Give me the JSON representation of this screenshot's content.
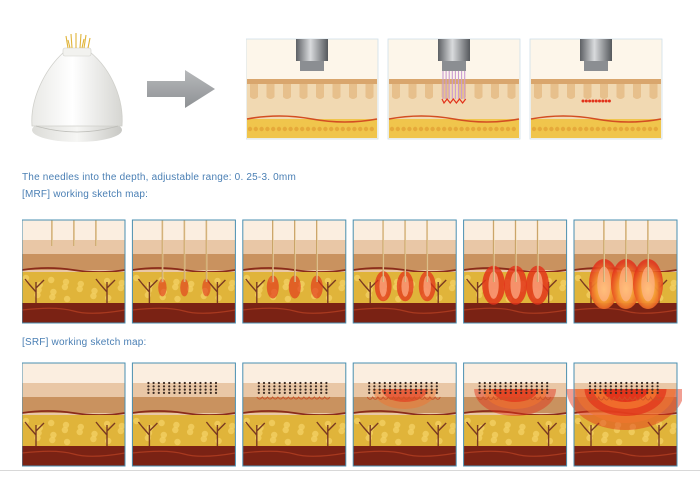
{
  "captions": {
    "needles_depth": "The needles into the depth,  adjustable range: 0. 25-3. 0mm",
    "mrf_title": "[MRF] working  sketch  map:",
    "srf_title": "[SRF] working  sketch  map:"
  },
  "top_row": {
    "handpiece_icon": "needle-cartridge-icon",
    "arrow_icon": "arrow-right-icon",
    "stages": [
      "probe-above-skin",
      "needles-inserted",
      "rf-heat-dots"
    ]
  },
  "mrf_stages": [
    0,
    0.1,
    0.25,
    0.45,
    0.7,
    1.0
  ],
  "srf_stages": [
    0,
    0.0,
    0.05,
    0.35,
    0.65,
    1.0
  ],
  "colors": {
    "caption": "#4a7fb4",
    "frame": "#4a8fb0",
    "skin_top": "#e9c7a6",
    "dermis": "#c9925f",
    "fat": "#e0b43a",
    "muscle": "#7a2214",
    "heat": "#e2321a"
  }
}
